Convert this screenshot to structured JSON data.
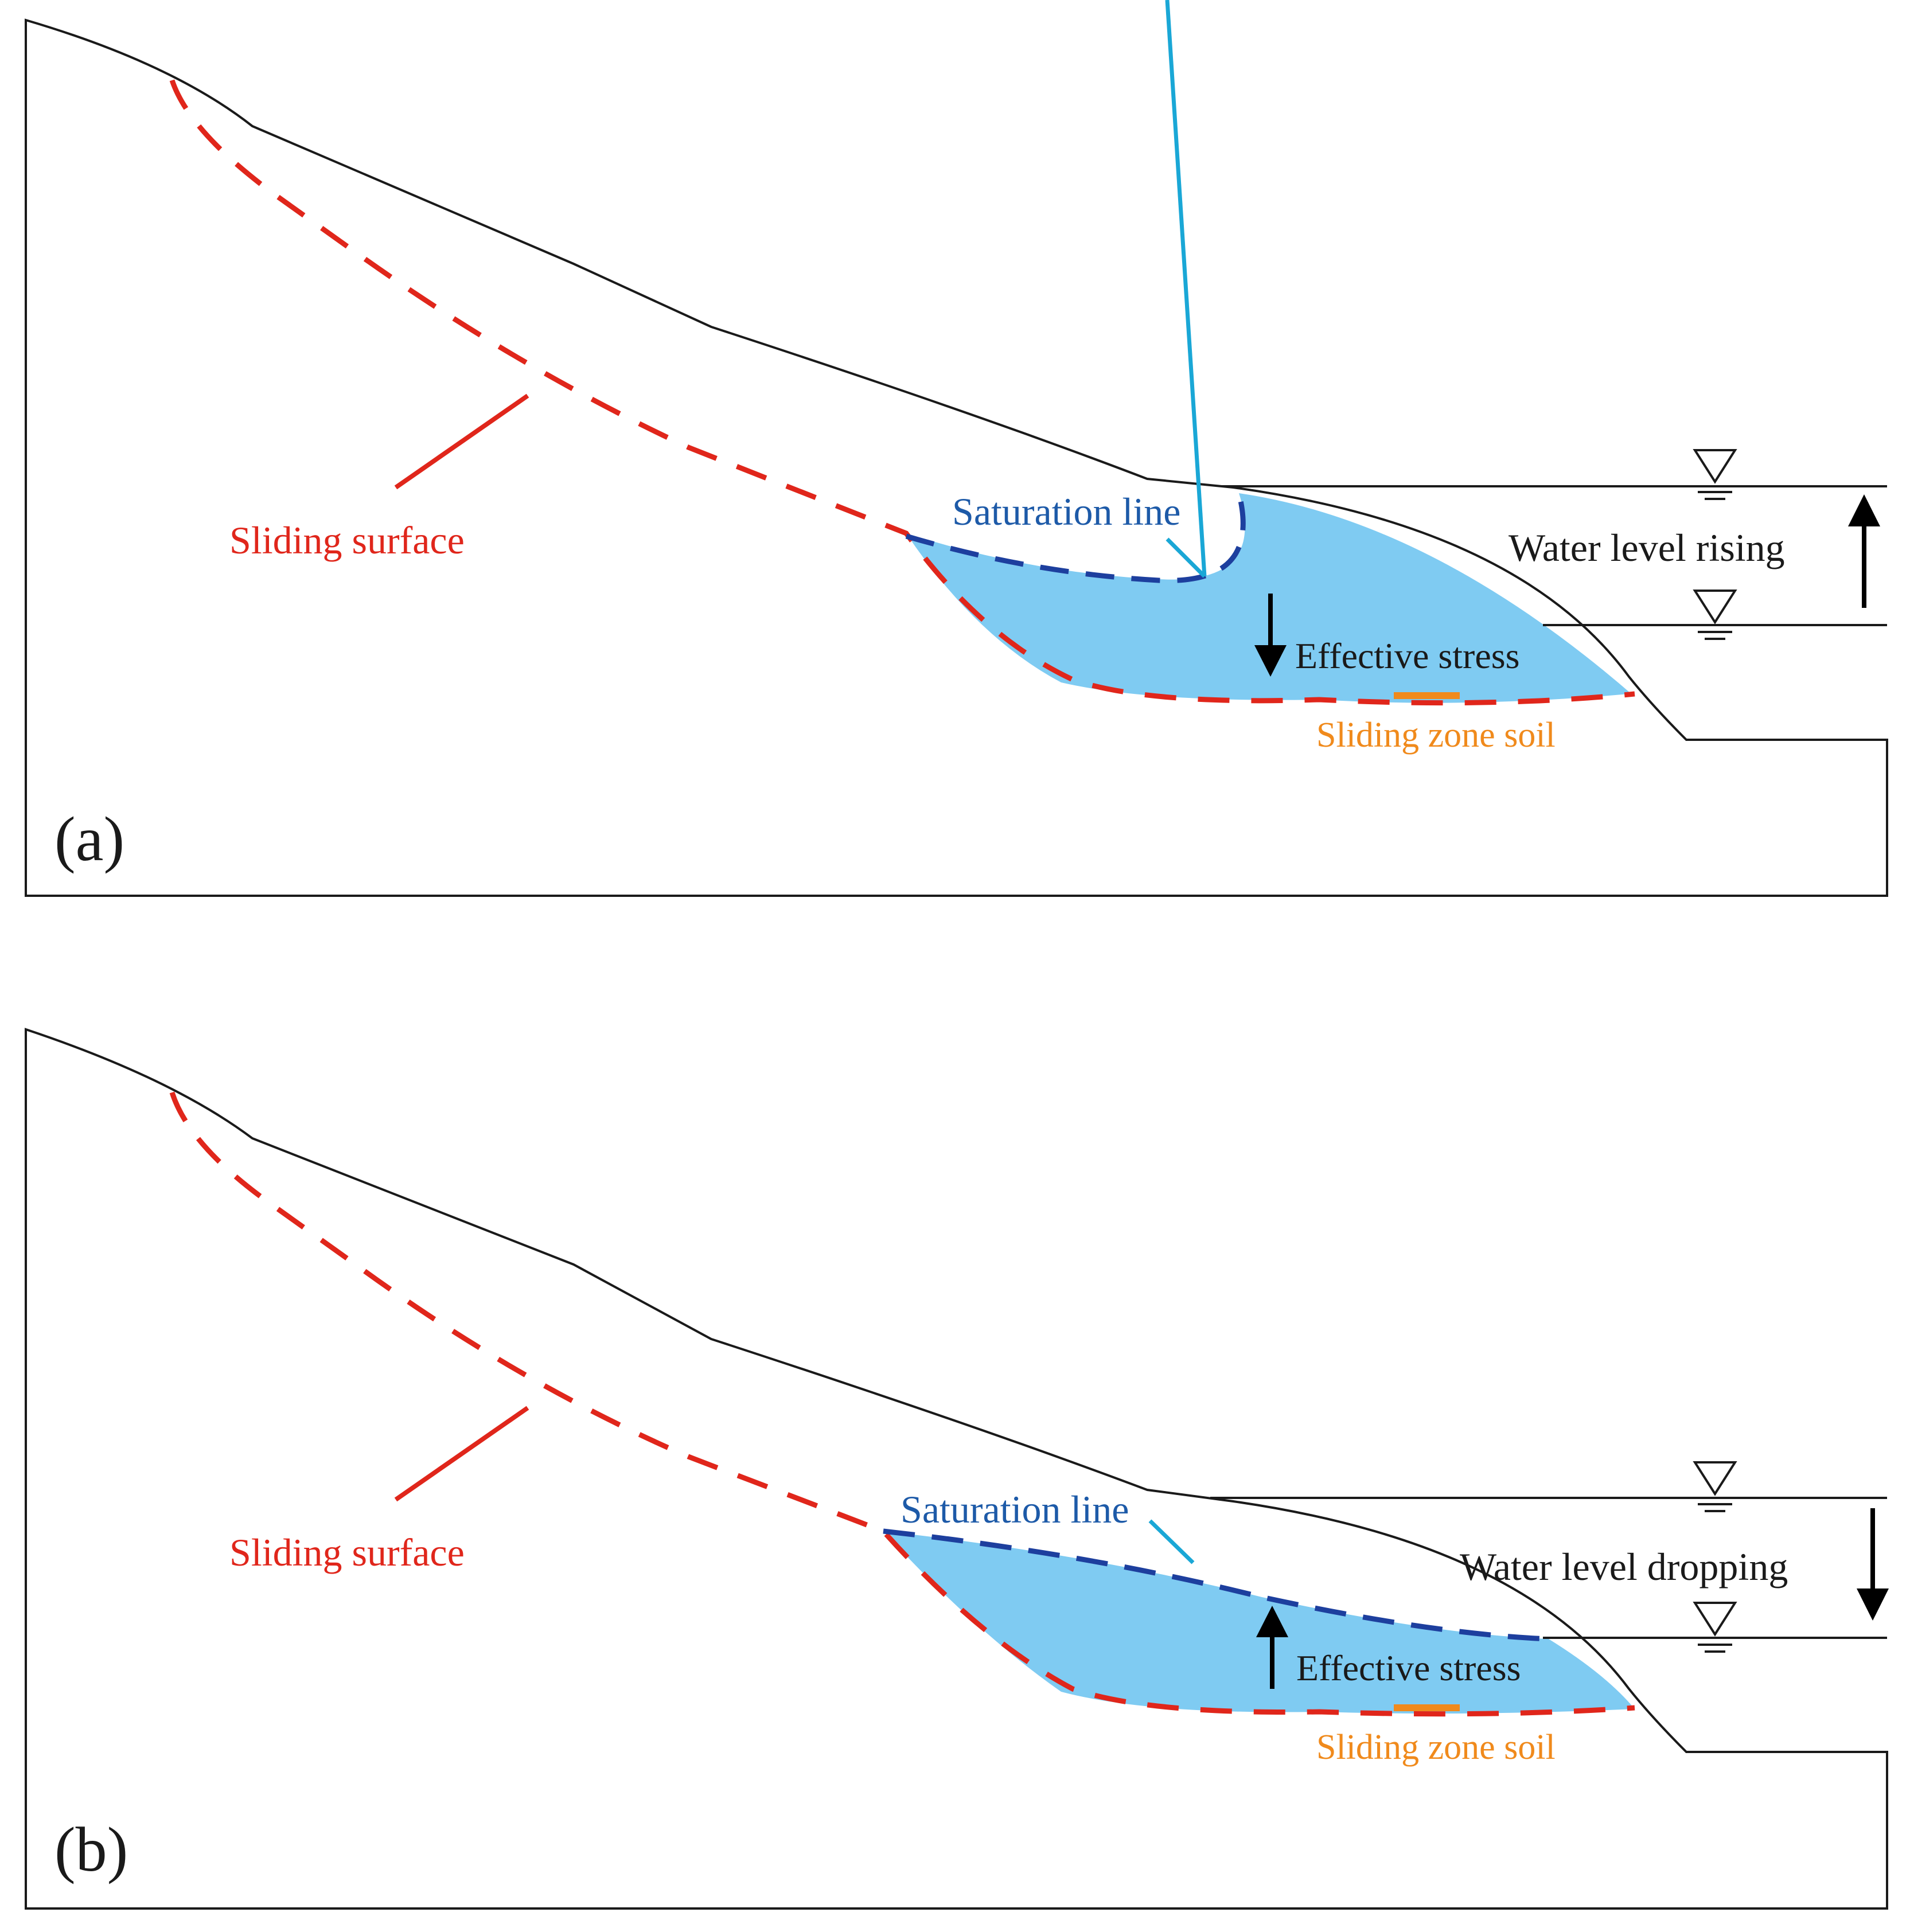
{
  "colors": {
    "outline": "#1a1a1a",
    "sliding_surface": "#e0261b",
    "saturation_line": "#1d3f9e",
    "saturation_pointer": "#1aa7d6",
    "water_fill": "#7fcbf2",
    "sliding_zone_soil": "#f08a1c",
    "arrow": "#000000"
  },
  "panels": {
    "a": {
      "label": "(a)",
      "sliding_surface_label": "Sliding surface",
      "saturation_line_label": "Saturation line",
      "water_level_label": "Water level rising",
      "effective_stress_label": "Effective stress",
      "sliding_zone_soil_label": "Sliding zone soil",
      "water_level_direction": "up",
      "effective_stress_direction": "down"
    },
    "b": {
      "label": "(b)",
      "sliding_surface_label": "Sliding surface",
      "saturation_line_label": "Saturation line",
      "water_level_label": "Water level dropping",
      "effective_stress_label": "Effective stress",
      "sliding_zone_soil_label": "Sliding zone soil",
      "water_level_direction": "down",
      "effective_stress_direction": "up"
    }
  }
}
